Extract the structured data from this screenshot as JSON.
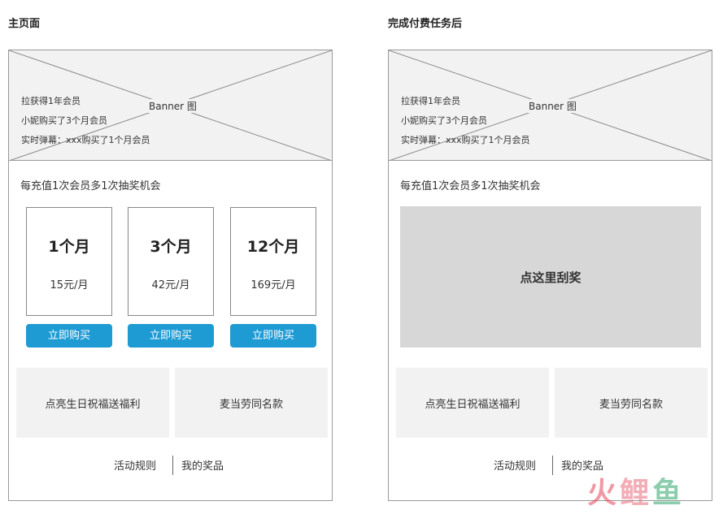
{
  "left": {
    "title": "主页面",
    "banner_label": "Banner 图",
    "ticker": [
      "拉获得1年会员",
      "小妮购买了3个月会员",
      "实时弹幕：xxx购买了1个月会员"
    ],
    "promo": "每充值1次会员多1次抽奖机会",
    "plans": [
      {
        "duration": "1个月",
        "price": "15元/月",
        "button": "立即购买"
      },
      {
        "duration": "3个月",
        "price": "42元/月",
        "button": "立即购买"
      },
      {
        "duration": "12个月",
        "price": "169元/月",
        "button": "立即购买"
      }
    ],
    "cards": [
      "点亮生日祝福送福利",
      "麦当劳同名款"
    ],
    "links": {
      "rules": "活动规则",
      "prizes": "我的奖品"
    }
  },
  "right": {
    "title": "完成付费任务后",
    "banner_label": "Banner 图",
    "ticker": [
      "拉获得1年会员",
      "小妮购买了3个月会员",
      "实时弹幕：xxx购买了1个月会员"
    ],
    "promo": "每充值1次会员多1次抽奖机会",
    "scratch_label": "点这里刮奖",
    "cards": [
      "点亮生日祝福送福利",
      "麦当劳同名款"
    ],
    "links": {
      "rules": "活动规则",
      "prizes": "我的奖品"
    }
  },
  "watermark": {
    "chars": [
      "火",
      "鲤",
      "鱼"
    ],
    "colors": [
      "#e8455a",
      "#e96b7b",
      "#2ea66b"
    ]
  },
  "colors": {
    "button": "#1f9bd4",
    "scratch_area": "#d7d7d7",
    "card_bg": "#f2f2f2"
  }
}
